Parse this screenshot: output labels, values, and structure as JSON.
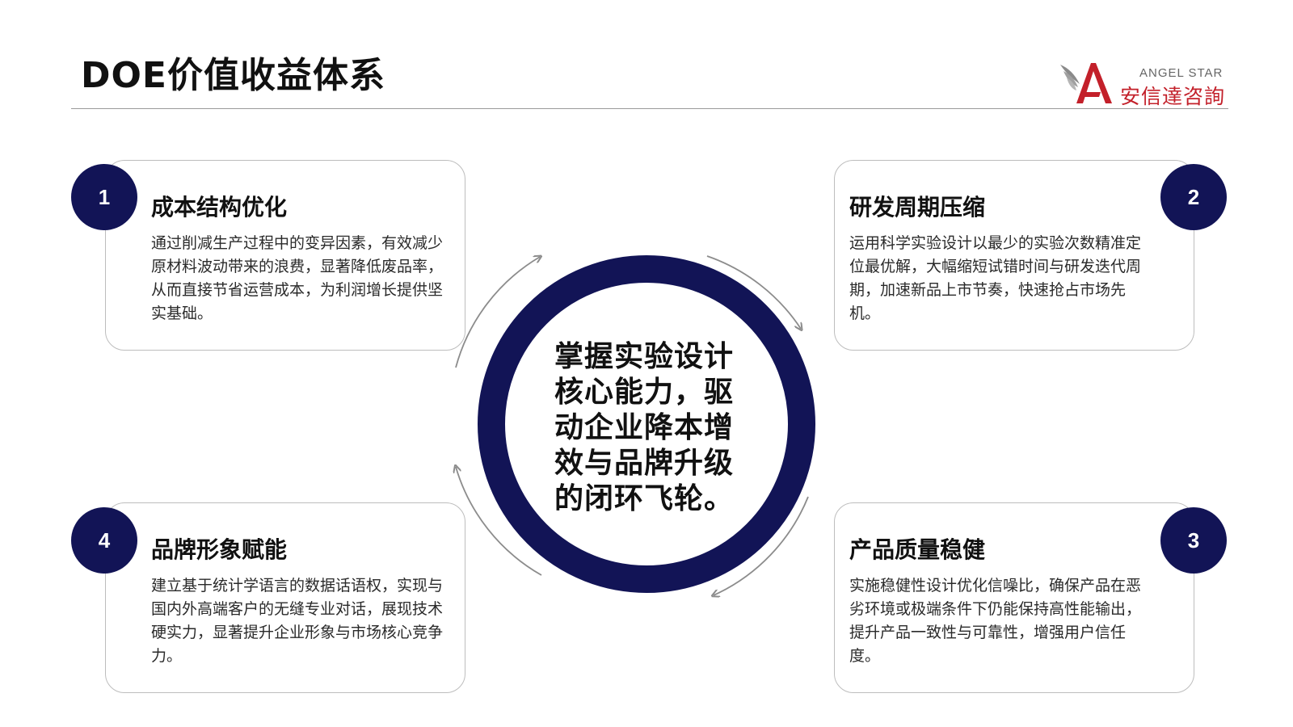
{
  "header": {
    "title": "DOE价值收益体系",
    "logo_en": "ANGEL STAR",
    "logo_cn": "安信達咨詢"
  },
  "center": {
    "text": "掌握实验设计核心能力，驱动企业降本增效与品牌升级的闭环飞轮。"
  },
  "cards": {
    "c1": {
      "number": "1",
      "title": "成本结构优化",
      "body": "通过削减生产过程中的变异因素，有效减少原材料波动带来的浪费，显著降低废品率，从而直接节省运营成本，为利润增长提供坚实基础。"
    },
    "c2": {
      "number": "2",
      "title": "研发周期压缩",
      "body": "运用科学实验设计以最少的实验次数精准定位最优解，大幅缩短试错时间与研发迭代周期，加速新品上市节奏，快速抢占市场先机。"
    },
    "c3": {
      "number": "3",
      "title": "产品质量稳健",
      "body": "实施稳健性设计优化信噪比，确保产品在恶劣环境或极端条件下仍能保持高性能输出，提升产品一致性与可靠性，增强用户信任度。"
    },
    "c4": {
      "number": "4",
      "title": "品牌形象赋能",
      "body": "建立基于统计学语言的数据话语权，实现与国内外高端客户的无缝专业对话，展现技术硬实力，显著提升企业形象与市场核心竞争力。"
    }
  },
  "colors": {
    "navy": "#121456",
    "brand_red": "#c3202a",
    "card_border": "#bdbdbd",
    "arrow_gray": "#8c8c8c"
  },
  "icons": {
    "logo": "angel-star-winged-a-logo",
    "cycle_arrows": "circular-arrow-icon"
  }
}
